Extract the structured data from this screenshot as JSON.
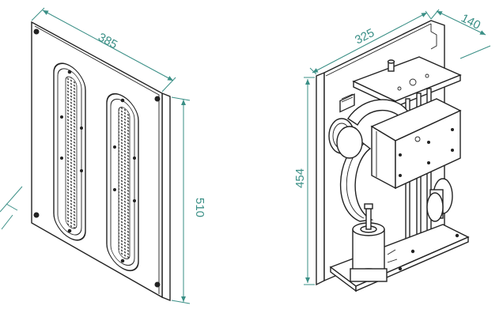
{
  "colors": {
    "dimension": "#3a8f86",
    "line": "#222222",
    "background": "#ffffff",
    "hatch": "#555555"
  },
  "left_view": {
    "dimensions": {
      "width": "385",
      "height": "510"
    }
  },
  "right_view": {
    "dimensions": {
      "width": "325",
      "depth": "140",
      "height": "454"
    }
  }
}
